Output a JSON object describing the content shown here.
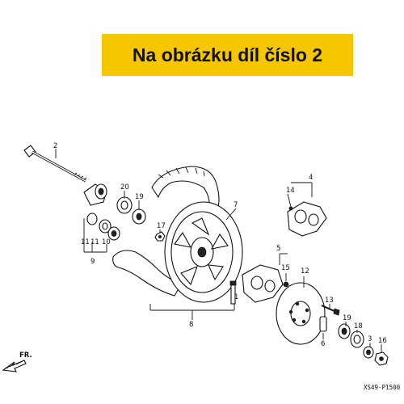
{
  "banner": {
    "text": "Na obrázku díl číslo 2",
    "bg_color": "#f6c600",
    "text_color": "#111111"
  },
  "diagram": {
    "code": "XS49-P1500",
    "direction_label": "FR.",
    "labels": {
      "n1": "1",
      "n2": "2",
      "n3": "3",
      "n4": "4",
      "n5": "5",
      "n6": "6",
      "n7": "7",
      "n8": "8",
      "n9": "9",
      "n10": "10",
      "n11a": "11",
      "n11b": "11",
      "n12": "12",
      "n13": "13",
      "n14": "14",
      "n15": "15",
      "n16": "16",
      "n17": "17",
      "n18": "18",
      "n19a": "19",
      "n19b": "19",
      "n20": "20"
    }
  }
}
